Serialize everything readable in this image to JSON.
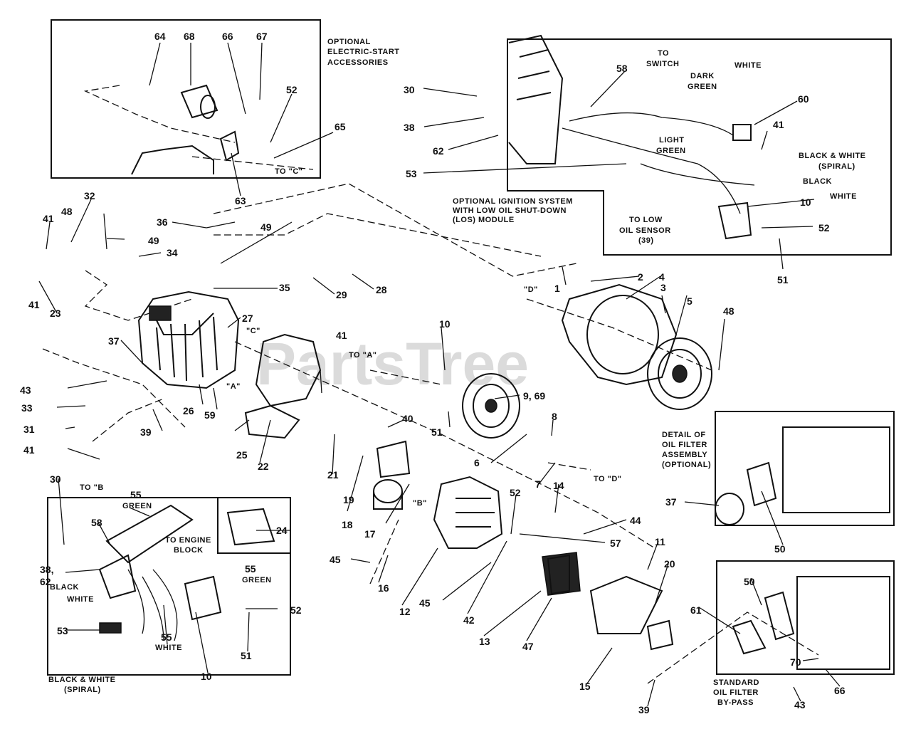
{
  "watermark": "PartsTree",
  "callouts": [
    {
      "id": "64",
      "text": "64"
    },
    {
      "id": "68",
      "text": "68"
    },
    {
      "id": "66a",
      "text": "66"
    },
    {
      "id": "67",
      "text": "67"
    },
    {
      "id": "52a",
      "text": "52"
    },
    {
      "id": "65",
      "text": "65"
    },
    {
      "id": "63",
      "text": "63"
    },
    {
      "id": "30a",
      "text": "30"
    },
    {
      "id": "38a",
      "text": "38"
    },
    {
      "id": "62a",
      "text": "62"
    },
    {
      "id": "53a",
      "text": "53"
    },
    {
      "id": "58a",
      "text": "58"
    },
    {
      "id": "60",
      "text": "60"
    },
    {
      "id": "41a",
      "text": "41"
    },
    {
      "id": "10a",
      "text": "10"
    },
    {
      "id": "52b",
      "text": "52"
    },
    {
      "id": "51a",
      "text": "51"
    },
    {
      "id": "32",
      "text": "32"
    },
    {
      "id": "48a",
      "text": "48"
    },
    {
      "id": "41b",
      "text": "41"
    },
    {
      "id": "49a",
      "text": "49"
    },
    {
      "id": "34",
      "text": "34"
    },
    {
      "id": "36",
      "text": "36"
    },
    {
      "id": "49b",
      "text": "49"
    },
    {
      "id": "41c",
      "text": "41"
    },
    {
      "id": "35",
      "text": "35"
    },
    {
      "id": "28",
      "text": "28"
    },
    {
      "id": "29",
      "text": "29"
    },
    {
      "id": "27",
      "text": "27"
    },
    {
      "id": "23",
      "text": "23"
    },
    {
      "id": "37a",
      "text": "37"
    },
    {
      "id": "43a",
      "text": "43"
    },
    {
      "id": "33",
      "text": "33"
    },
    {
      "id": "39a",
      "text": "39"
    },
    {
      "id": "31",
      "text": "31"
    },
    {
      "id": "41d",
      "text": "41"
    },
    {
      "id": "26",
      "text": "26"
    },
    {
      "id": "59",
      "text": "59"
    },
    {
      "id": "25",
      "text": "25"
    },
    {
      "id": "22",
      "text": "22"
    },
    {
      "id": "41e",
      "text": "41"
    },
    {
      "id": "1",
      "text": "1"
    },
    {
      "id": "2",
      "text": "2"
    },
    {
      "id": "4",
      "text": "4"
    },
    {
      "id": "3",
      "text": "3"
    },
    {
      "id": "5",
      "text": "5"
    },
    {
      "id": "48b",
      "text": "48"
    },
    {
      "id": "10b",
      "text": "10"
    },
    {
      "id": "9_69",
      "text": "9, 69"
    },
    {
      "id": "51b",
      "text": "51"
    },
    {
      "id": "40",
      "text": "40"
    },
    {
      "id": "8",
      "text": "8"
    },
    {
      "id": "6",
      "text": "6"
    },
    {
      "id": "7",
      "text": "7"
    },
    {
      "id": "21",
      "text": "21"
    },
    {
      "id": "19",
      "text": "19"
    },
    {
      "id": "18",
      "text": "18"
    },
    {
      "id": "17",
      "text": "17"
    },
    {
      "id": "16",
      "text": "16"
    },
    {
      "id": "12",
      "text": "12"
    },
    {
      "id": "45a",
      "text": "45"
    },
    {
      "id": "45b",
      "text": "45"
    },
    {
      "id": "42",
      "text": "42"
    },
    {
      "id": "52c",
      "text": "52"
    },
    {
      "id": "14",
      "text": "14"
    },
    {
      "id": "44",
      "text": "44"
    },
    {
      "id": "57",
      "text": "57"
    },
    {
      "id": "11",
      "text": "11"
    },
    {
      "id": "20",
      "text": "20"
    },
    {
      "id": "13",
      "text": "13"
    },
    {
      "id": "47",
      "text": "47"
    },
    {
      "id": "15",
      "text": "15"
    },
    {
      "id": "30b",
      "text": "30"
    },
    {
      "id": "55a",
      "text": "55"
    },
    {
      "id": "58b",
      "text": "58"
    },
    {
      "id": "24",
      "text": "24"
    },
    {
      "id": "38_62",
      "text": "38,"
    },
    {
      "id": "62b",
      "text": "62"
    },
    {
      "id": "55b",
      "text": "55"
    },
    {
      "id": "52d",
      "text": "52"
    },
    {
      "id": "53b",
      "text": "53"
    },
    {
      "id": "55c",
      "text": "55"
    },
    {
      "id": "51c",
      "text": "51"
    },
    {
      "id": "10c",
      "text": "10"
    },
    {
      "id": "37b",
      "text": "37"
    },
    {
      "id": "50a",
      "text": "50"
    },
    {
      "id": "50b",
      "text": "50"
    },
    {
      "id": "61",
      "text": "61"
    },
    {
      "id": "70",
      "text": "70"
    },
    {
      "id": "66b",
      "text": "66"
    },
    {
      "id": "43b",
      "text": "43"
    },
    {
      "id": "39b",
      "text": "39"
    }
  ],
  "notes": [
    {
      "id": "elec1",
      "text": "OPTIONAL"
    },
    {
      "id": "elec2",
      "text": "ELECTRIC-START"
    },
    {
      "id": "elec3",
      "text": "ACCESSORIES"
    },
    {
      "id": "toC",
      "text": "TO \"C\""
    },
    {
      "id": "tosw1",
      "text": "TO"
    },
    {
      "id": "tosw2",
      "text": "SWITCH"
    },
    {
      "id": "white1",
      "text": "WHITE"
    },
    {
      "id": "dg1",
      "text": "DARK"
    },
    {
      "id": "dg2",
      "text": "GREEN"
    },
    {
      "id": "lg1",
      "text": "LIGHT"
    },
    {
      "id": "lg2",
      "text": "GREEN"
    },
    {
      "id": "bw1",
      "text": "BLACK & WHITE"
    },
    {
      "id": "bw2",
      "text": "(SPIRAL)"
    },
    {
      "id": "black1",
      "text": "BLACK"
    },
    {
      "id": "white2",
      "text": "WHITE"
    },
    {
      "id": "ign1",
      "text": "OPTIONAL IGNITION SYSTEM"
    },
    {
      "id": "ign2",
      "text": "WITH LOW OIL SHUT-DOWN"
    },
    {
      "id": "ign3",
      "text": "(LOS) MODULE"
    },
    {
      "id": "tlos1",
      "text": "TO LOW"
    },
    {
      "id": "tlos2",
      "text": "OIL SENSOR"
    },
    {
      "id": "tlos3",
      "text": "(39)"
    },
    {
      "id": "lblD1",
      "text": "\"D\""
    },
    {
      "id": "lblC",
      "text": "\"C\""
    },
    {
      "id": "lblA",
      "text": "\"A\""
    },
    {
      "id": "toA",
      "text": "TO \"A\""
    },
    {
      "id": "toB",
      "text": "TO \"B"
    },
    {
      "id": "toD",
      "text": "TO \"D\""
    },
    {
      "id": "lblB",
      "text": "\"B\""
    },
    {
      "id": "green1",
      "text": "GREEN"
    },
    {
      "id": "teb1",
      "text": "TO ENGINE"
    },
    {
      "id": "teb2",
      "text": "BLOCK"
    },
    {
      "id": "green2",
      "text": "GREEN"
    },
    {
      "id": "black2",
      "text": "BLACK"
    },
    {
      "id": "white3",
      "text": "WHITE"
    },
    {
      "id": "white4",
      "text": "WHITE"
    },
    {
      "id": "bw3",
      "text": "BLACK & WHITE"
    },
    {
      "id": "bw4",
      "text": "(SPIRAL)"
    },
    {
      "id": "det1",
      "text": "DETAIL OF"
    },
    {
      "id": "det2",
      "text": "OIL FILTER"
    },
    {
      "id": "det3",
      "text": "ASSEMBLY"
    },
    {
      "id": "det4",
      "text": "(OPTIONAL)"
    },
    {
      "id": "std1",
      "text": "STANDARD"
    },
    {
      "id": "std2",
      "text": "OIL FILTER"
    },
    {
      "id": "std3",
      "text": "BY-PASS"
    }
  ]
}
